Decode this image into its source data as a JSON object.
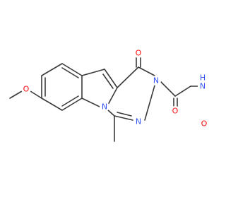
{
  "colors": {
    "bond": "#3a3a3a",
    "carbon_label": "#3a3a3a",
    "nitrogen": "#3050f8",
    "oxygen": "#ff0d0d",
    "background": "#ffffff"
  },
  "molecule": {
    "atom_labels": {
      "methoxy_oxygen": "O",
      "carbonyl_oxygen": "O",
      "ring_nitrogen_n5": "N",
      "ring_nitrogen_n3": "N",
      "ring_nitrogen_n2": "N",
      "amide_oxygen": "O",
      "amide_nitrogen": "N",
      "amide_hydrogen": "H",
      "ether_oxygen": "O"
    }
  }
}
